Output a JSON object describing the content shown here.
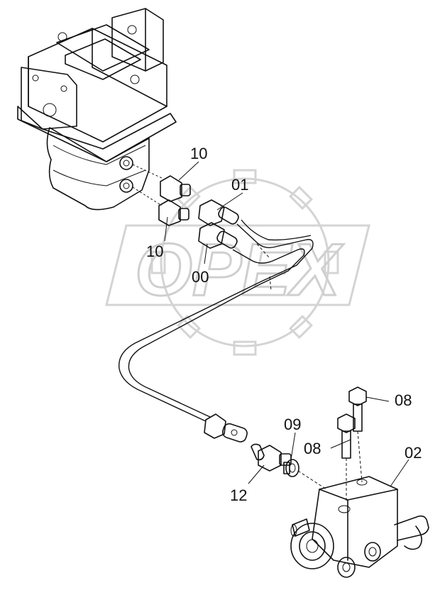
{
  "watermark": {
    "text": "OPEX"
  },
  "callouts": {
    "c10a": "10",
    "c10b": "10",
    "c01": "01",
    "c00": "00",
    "c08a": "08",
    "c08b": "08",
    "c09": "09",
    "c02": "02",
    "c12": "12"
  }
}
